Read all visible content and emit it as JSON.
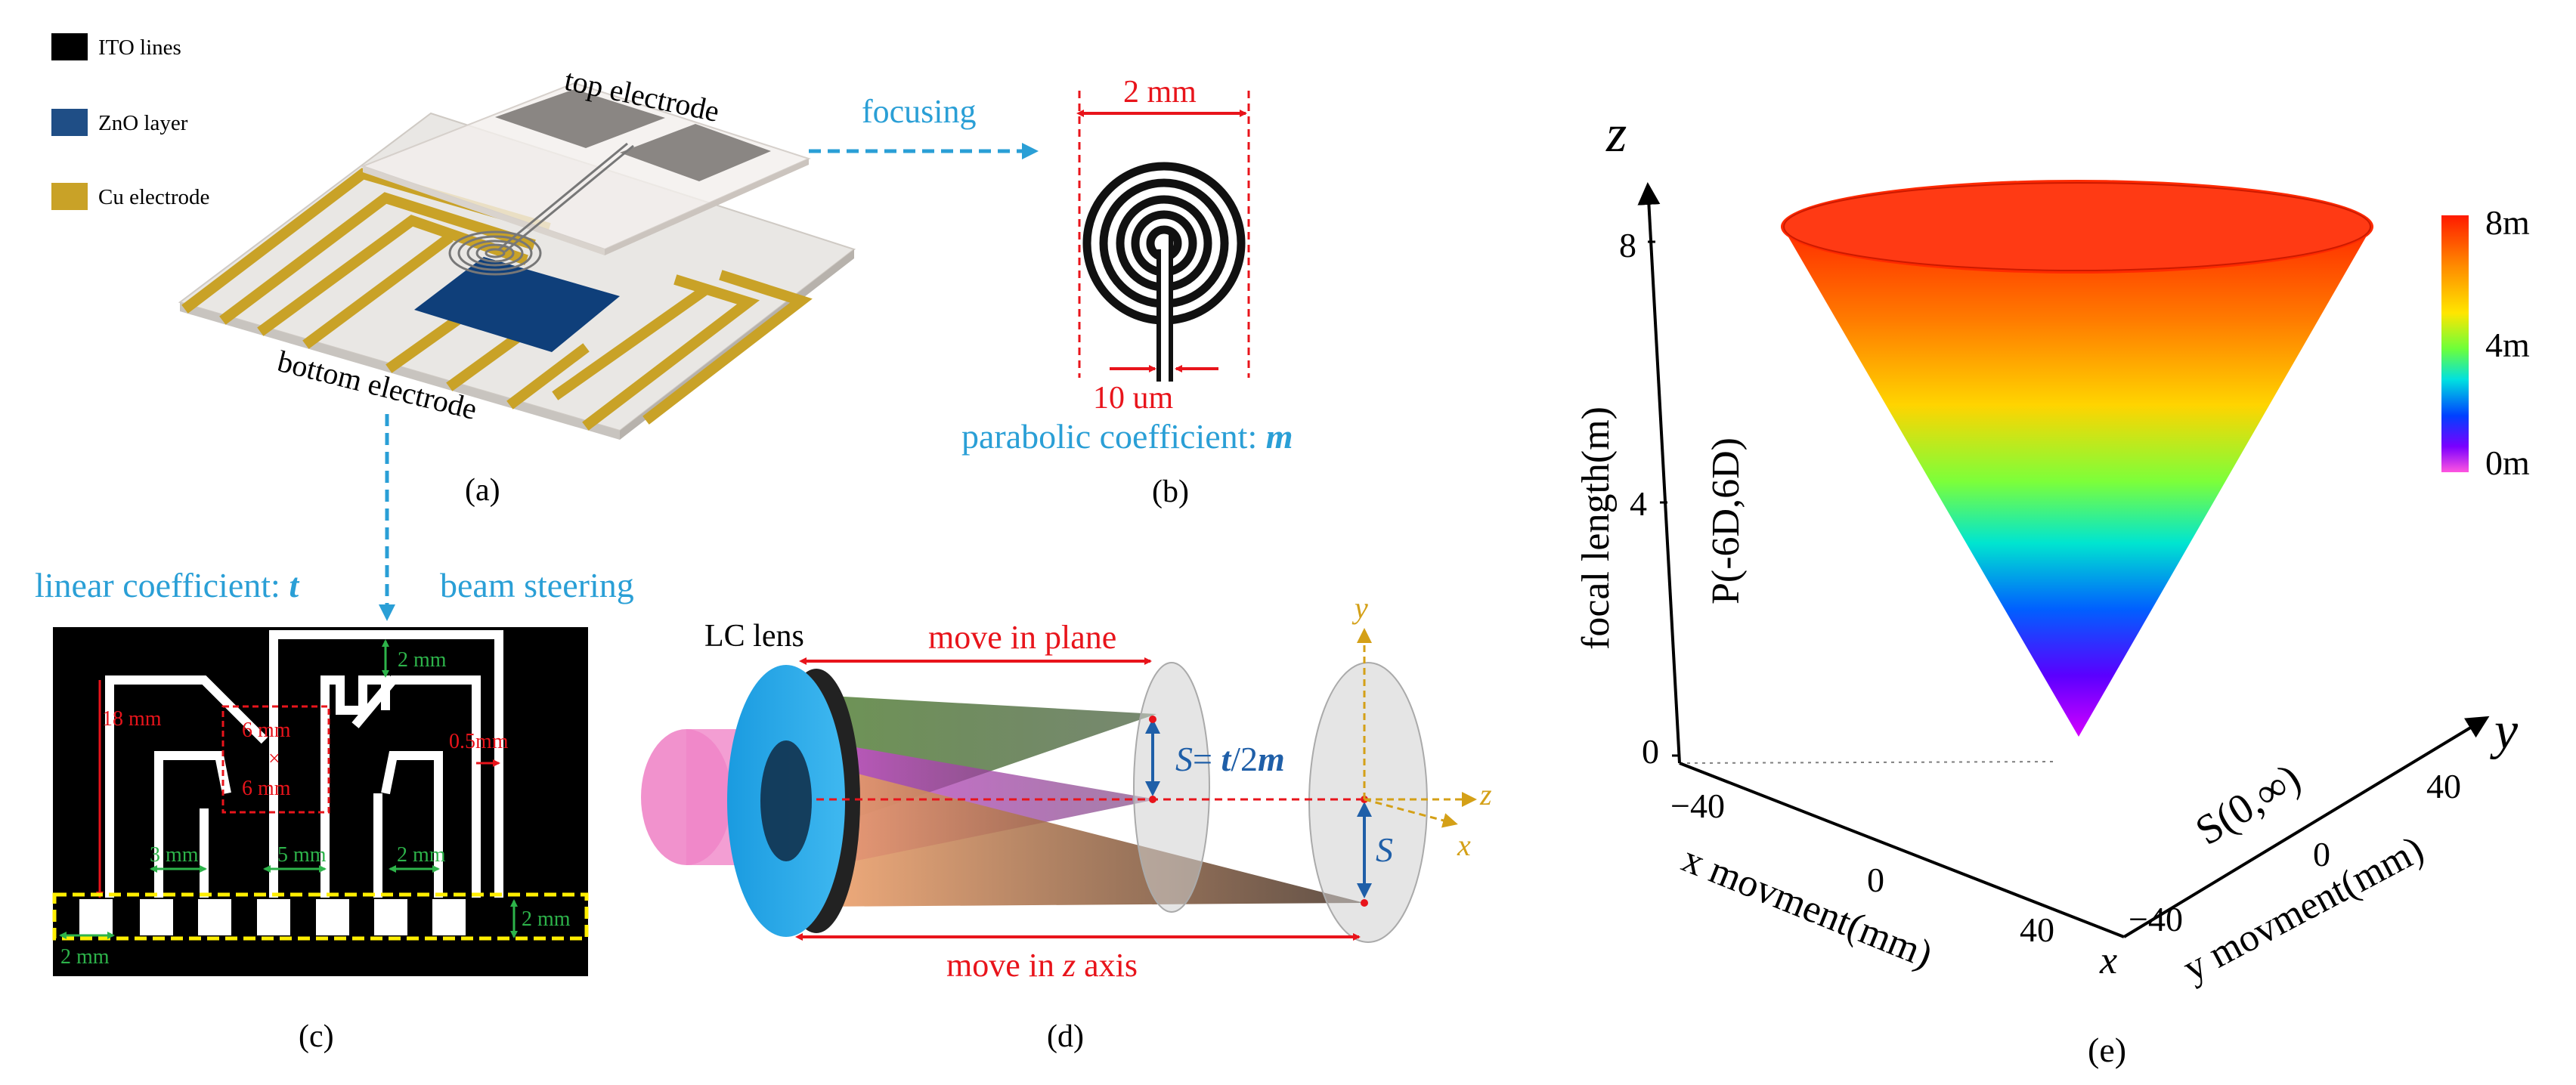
{
  "legend": {
    "items": [
      {
        "label": "ITO lines",
        "color": "#000000"
      },
      {
        "label": "ZnO layer",
        "color": "#1f4e86"
      },
      {
        "label": "Cu electrode",
        "color": "#c9a227"
      }
    ]
  },
  "panel_a": {
    "caption": "(a)",
    "top_electrode": "top electrode",
    "bottom_electrode": "bottom electrode",
    "focusing": "focusing",
    "linear_coefficient_prefix": "linear coefficient: ",
    "linear_coefficient_var": "t",
    "beam_steering": "beam steering"
  },
  "panel_b": {
    "caption": "(b)",
    "width_label": "2 mm",
    "gap_label": "10 um",
    "parabolic_prefix": "parabolic coefficient: ",
    "parabolic_var": "m"
  },
  "panel_c": {
    "caption": "(c)",
    "dim_2mm_top": "2 mm",
    "dim_18mm": "18 mm",
    "center_w": "6 mm",
    "center_x": "×",
    "center_h": "6 mm",
    "dim_05mm": "0.5mm",
    "dim_3mm": "3 mm",
    "dim_5mm": "5 mm",
    "dim_2mm_mid": "2 mm",
    "dim_2mm_right": "2 mm",
    "dim_2mm_bottom": "2 mm"
  },
  "panel_d": {
    "caption": "(d)",
    "lc_lens": "LC lens",
    "move_in_plane": "move in plane",
    "move_in_z_prefix": "move in ",
    "move_in_z_var": "z",
    "move_in_z_suffix": " axis",
    "s_eq_left": "S",
    "s_eq_mid": "= ",
    "s_eq_t": "t",
    "s_eq_rest": "/2",
    "s_eq_m": "m",
    "s_label": "S",
    "axis_y": "y",
    "axis_z": "z",
    "axis_x": "x"
  },
  "panel_e": {
    "caption": "(e)",
    "z_axis_label": "z",
    "y_axis_label": "y",
    "x_axis_label": "x",
    "z_title": "focal length(m)",
    "p_label": "P(-6D,6D)",
    "s_label": "S(0,∞)",
    "x_title": "x movment(mm)",
    "y_title": "y movment(mm)",
    "z_ticks": [
      "8",
      "4",
      "0"
    ],
    "x_ticks": [
      "−40",
      "0",
      "40"
    ],
    "y_ticks": [
      "−40",
      "0",
      "40"
    ],
    "colorbar_ticks": [
      "8m",
      "4m",
      "0m"
    ]
  },
  "colors": {
    "blue_text": "#2a9fd6",
    "red": "#e8141b",
    "green": "#2db34a",
    "gold": "#c9a227",
    "znO": "#1f4e86",
    "axis_gold": "#d4a017",
    "eq_blue": "#1f5fa8"
  }
}
